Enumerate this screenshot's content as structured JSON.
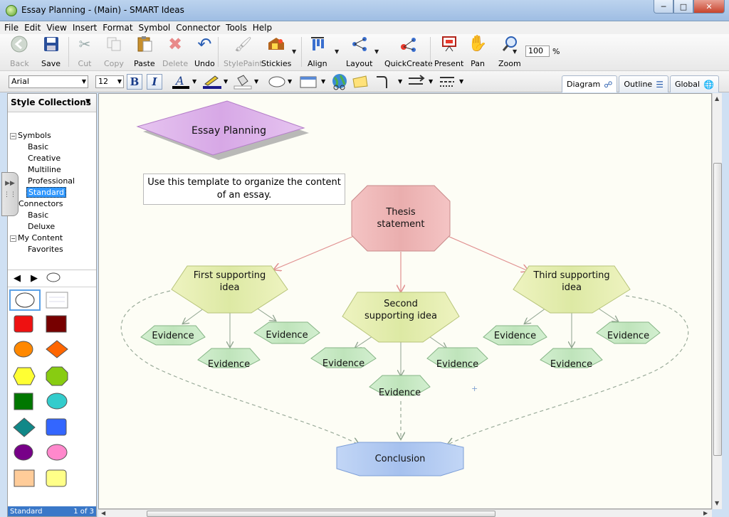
{
  "window": {
    "title": "Essay Planning - (Main) - SMART Ideas"
  },
  "menu": [
    "File",
    "Edit",
    "View",
    "Insert",
    "Format",
    "Symbol",
    "Connector",
    "Tools",
    "Help"
  ],
  "toolbar": {
    "back": "Back",
    "save": "Save",
    "cut": "Cut",
    "copy": "Copy",
    "paste": "Paste",
    "delete": "Delete",
    "undo": "Undo",
    "stylepaint": "StylePaint",
    "stickies": "Stickies",
    "align": "Align",
    "layout": "Layout",
    "quickcreate": "QuickCreate",
    "present": "Present",
    "pan": "Pan",
    "zoom": "Zoom",
    "zoom_value": "100",
    "zoom_unit": "%"
  },
  "format": {
    "font": "Arial",
    "size": "12",
    "bold": "B",
    "italic": "I"
  },
  "view_tabs": [
    "Diagram",
    "Outline",
    "Global"
  ],
  "left_panel": {
    "header": "Style Collections",
    "tree": {
      "symbols": "Symbols",
      "basic1": "Basic",
      "creative": "Creative",
      "multiline": "Multiline",
      "professional": "Professional",
      "standard": "Standard",
      "connectors": "Connectors",
      "basic2": "Basic",
      "deluxe": "Deluxe",
      "my_content": "My Content",
      "favorites": "Favorites"
    },
    "status_left": "Standard",
    "status_right": "1 of 3",
    "swatch_colors": [
      "#ee1111",
      "#770000",
      "#ff8800",
      "#ff6600",
      "#ffff33",
      "#88cc11",
      "#007700",
      "#33cccc",
      "#118888",
      "#3366ff",
      "#770088",
      "#ff88cc",
      "#ffcc99",
      "#ffff88"
    ]
  },
  "diagram": {
    "title_node": "Essay Planning",
    "note": "Use this template to organize the content of an essay.",
    "thesis": [
      "Thesis",
      "statement"
    ],
    "idea1": [
      "First supporting",
      "idea"
    ],
    "idea2": [
      "Second",
      "supporting idea"
    ],
    "idea3": [
      "Third supporting",
      "idea"
    ],
    "evidence": "Evidence",
    "conclusion": "Conclusion"
  }
}
